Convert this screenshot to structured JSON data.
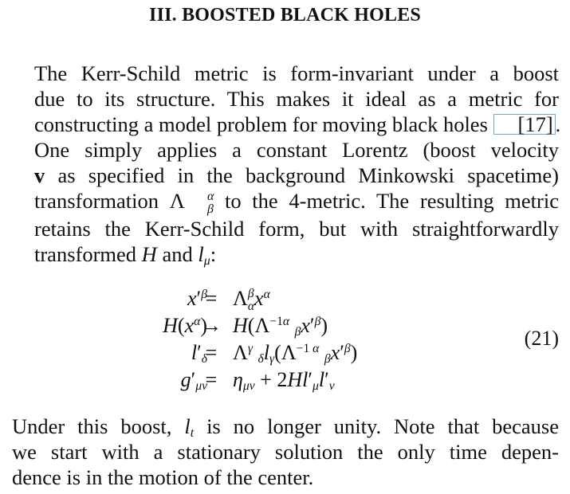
{
  "section": {
    "title": "III. BOOSTED BLACK HOLES"
  },
  "paragraph1": {
    "l1": "The Kerr-Schild metric is form-invariant under a boost",
    "l2": "due to its structure. This makes it ideal as a metric for",
    "l3_text": "constructing a model problem for moving black holes ",
    "l3_cite": "[17]",
    "l3_end": ".",
    "l4": "One simply applies a constant Lorentz (boost velocity",
    "l5_bold": "v",
    "l5_rest": " as specified in the background Minkowski spacetime)",
    "l6_a": "transformation ",
    "l6_sym": "Λ",
    "l6_sup": "α",
    "l6_sub": "β",
    "l6_b": " to the 4-metric. The resulting metric",
    "l7": "retains the Kerr-Schild form, but with straightforwardly",
    "l8_a": "transformed ",
    "l8_H": "H",
    "l8_and": " and ",
    "l8_l": "l",
    "l8_mu": "μ",
    "l8_colon": ":"
  },
  "equation": {
    "number": "(21)",
    "rows": [
      {
        "lhs": "x′ᵝ",
        "op": "=",
        "rhs": "Λᵝ_α x^α"
      },
      {
        "lhs": "H(x^α)",
        "op": "→",
        "rhs": "H(Λ^{−1α}_β x′ᵝ)"
      },
      {
        "lhs": "l′_δ",
        "op": "=",
        "rhs": "Λ^γ_δ l_γ(Λ^{−1α}_β x′ᵝ)"
      },
      {
        "lhs": "g′_μν",
        "op": "=",
        "rhs": "η_μν + 2Hl′_μ l′_ν"
      }
    ]
  },
  "paragraph2": {
    "l1_a": "Under this boost, ",
    "l1_l": "l",
    "l1_t": "t",
    "l1_b": " is no longer unity. Note that because",
    "l2": "we start with a stationary solution the only time depen-",
    "l3": "dence is in the motion of the center."
  }
}
